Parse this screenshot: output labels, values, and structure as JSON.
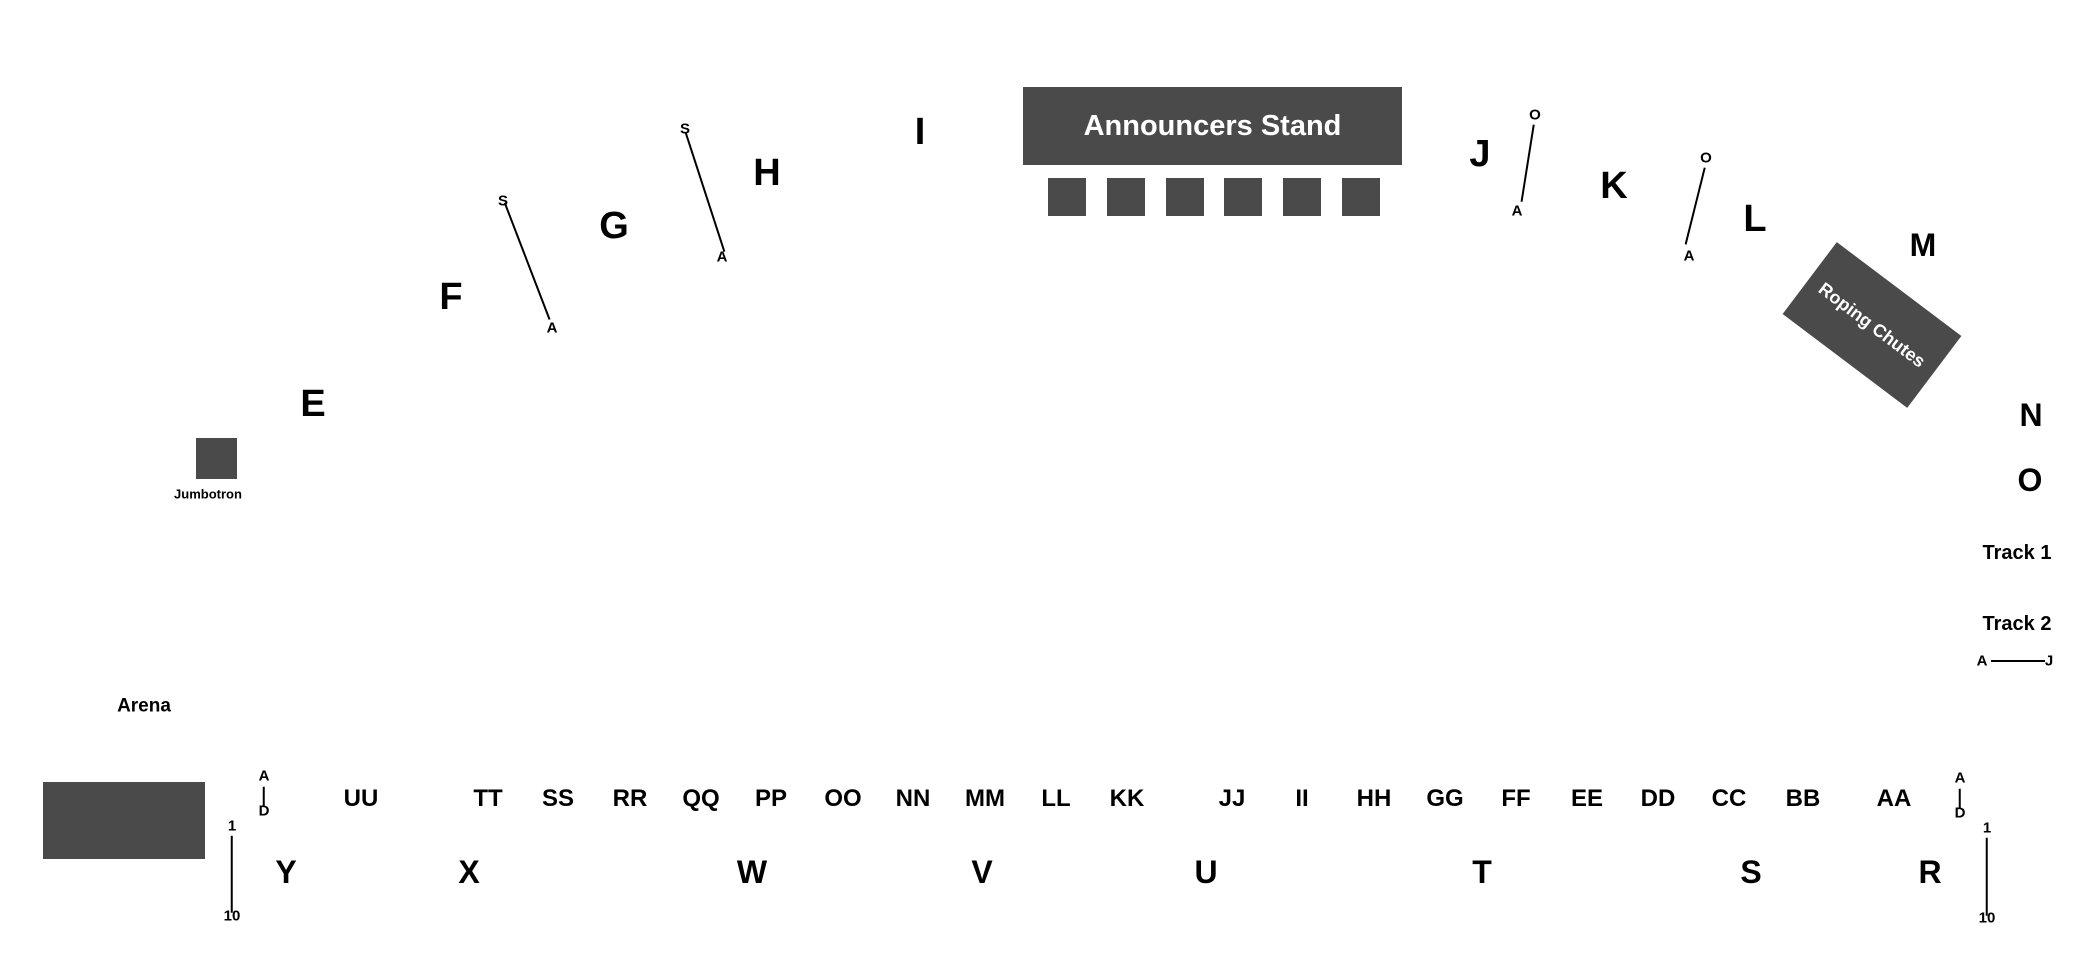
{
  "structures": {
    "announcers_stand": "Announcers Stand",
    "roping_chutes": "Roping Chutes",
    "jumbotron": "Jumbotron",
    "arena": "Arena"
  },
  "tracks": {
    "track_1": "Track 1",
    "track_2": "Track 2",
    "range_start": "A",
    "range_end": "J"
  },
  "upper_sections": [
    "E",
    "F",
    "G",
    "H",
    "I",
    "J",
    "K",
    "L",
    "M",
    "N",
    "O"
  ],
  "lower_sections": [
    "Y",
    "X",
    "W",
    "V",
    "U",
    "T",
    "S",
    "R"
  ],
  "row_sections": [
    "UU",
    "TT",
    "SS",
    "RR",
    "QQ",
    "PP",
    "OO",
    "NN",
    "MM",
    "LL",
    "KK",
    "JJ",
    "II",
    "HH",
    "GG",
    "FF",
    "EE",
    "DD",
    "CC",
    "BB",
    "AA"
  ],
  "row_ranges": [
    {
      "start": "S",
      "end": "A"
    },
    {
      "start": "S",
      "end": "A"
    },
    {
      "start": "O",
      "end": "A"
    },
    {
      "start": "O",
      "end": "A"
    }
  ],
  "end_markers": [
    {
      "top": "A",
      "bottom": "D",
      "seat_start": "1",
      "seat_end": "10"
    },
    {
      "top": "A",
      "bottom": "D",
      "seat_start": "1",
      "seat_end": "10"
    }
  ],
  "colors": {
    "structure_fill": "#4a4a4a",
    "text": "#000000",
    "structure_text": "#ffffff",
    "background": "#ffffff"
  }
}
